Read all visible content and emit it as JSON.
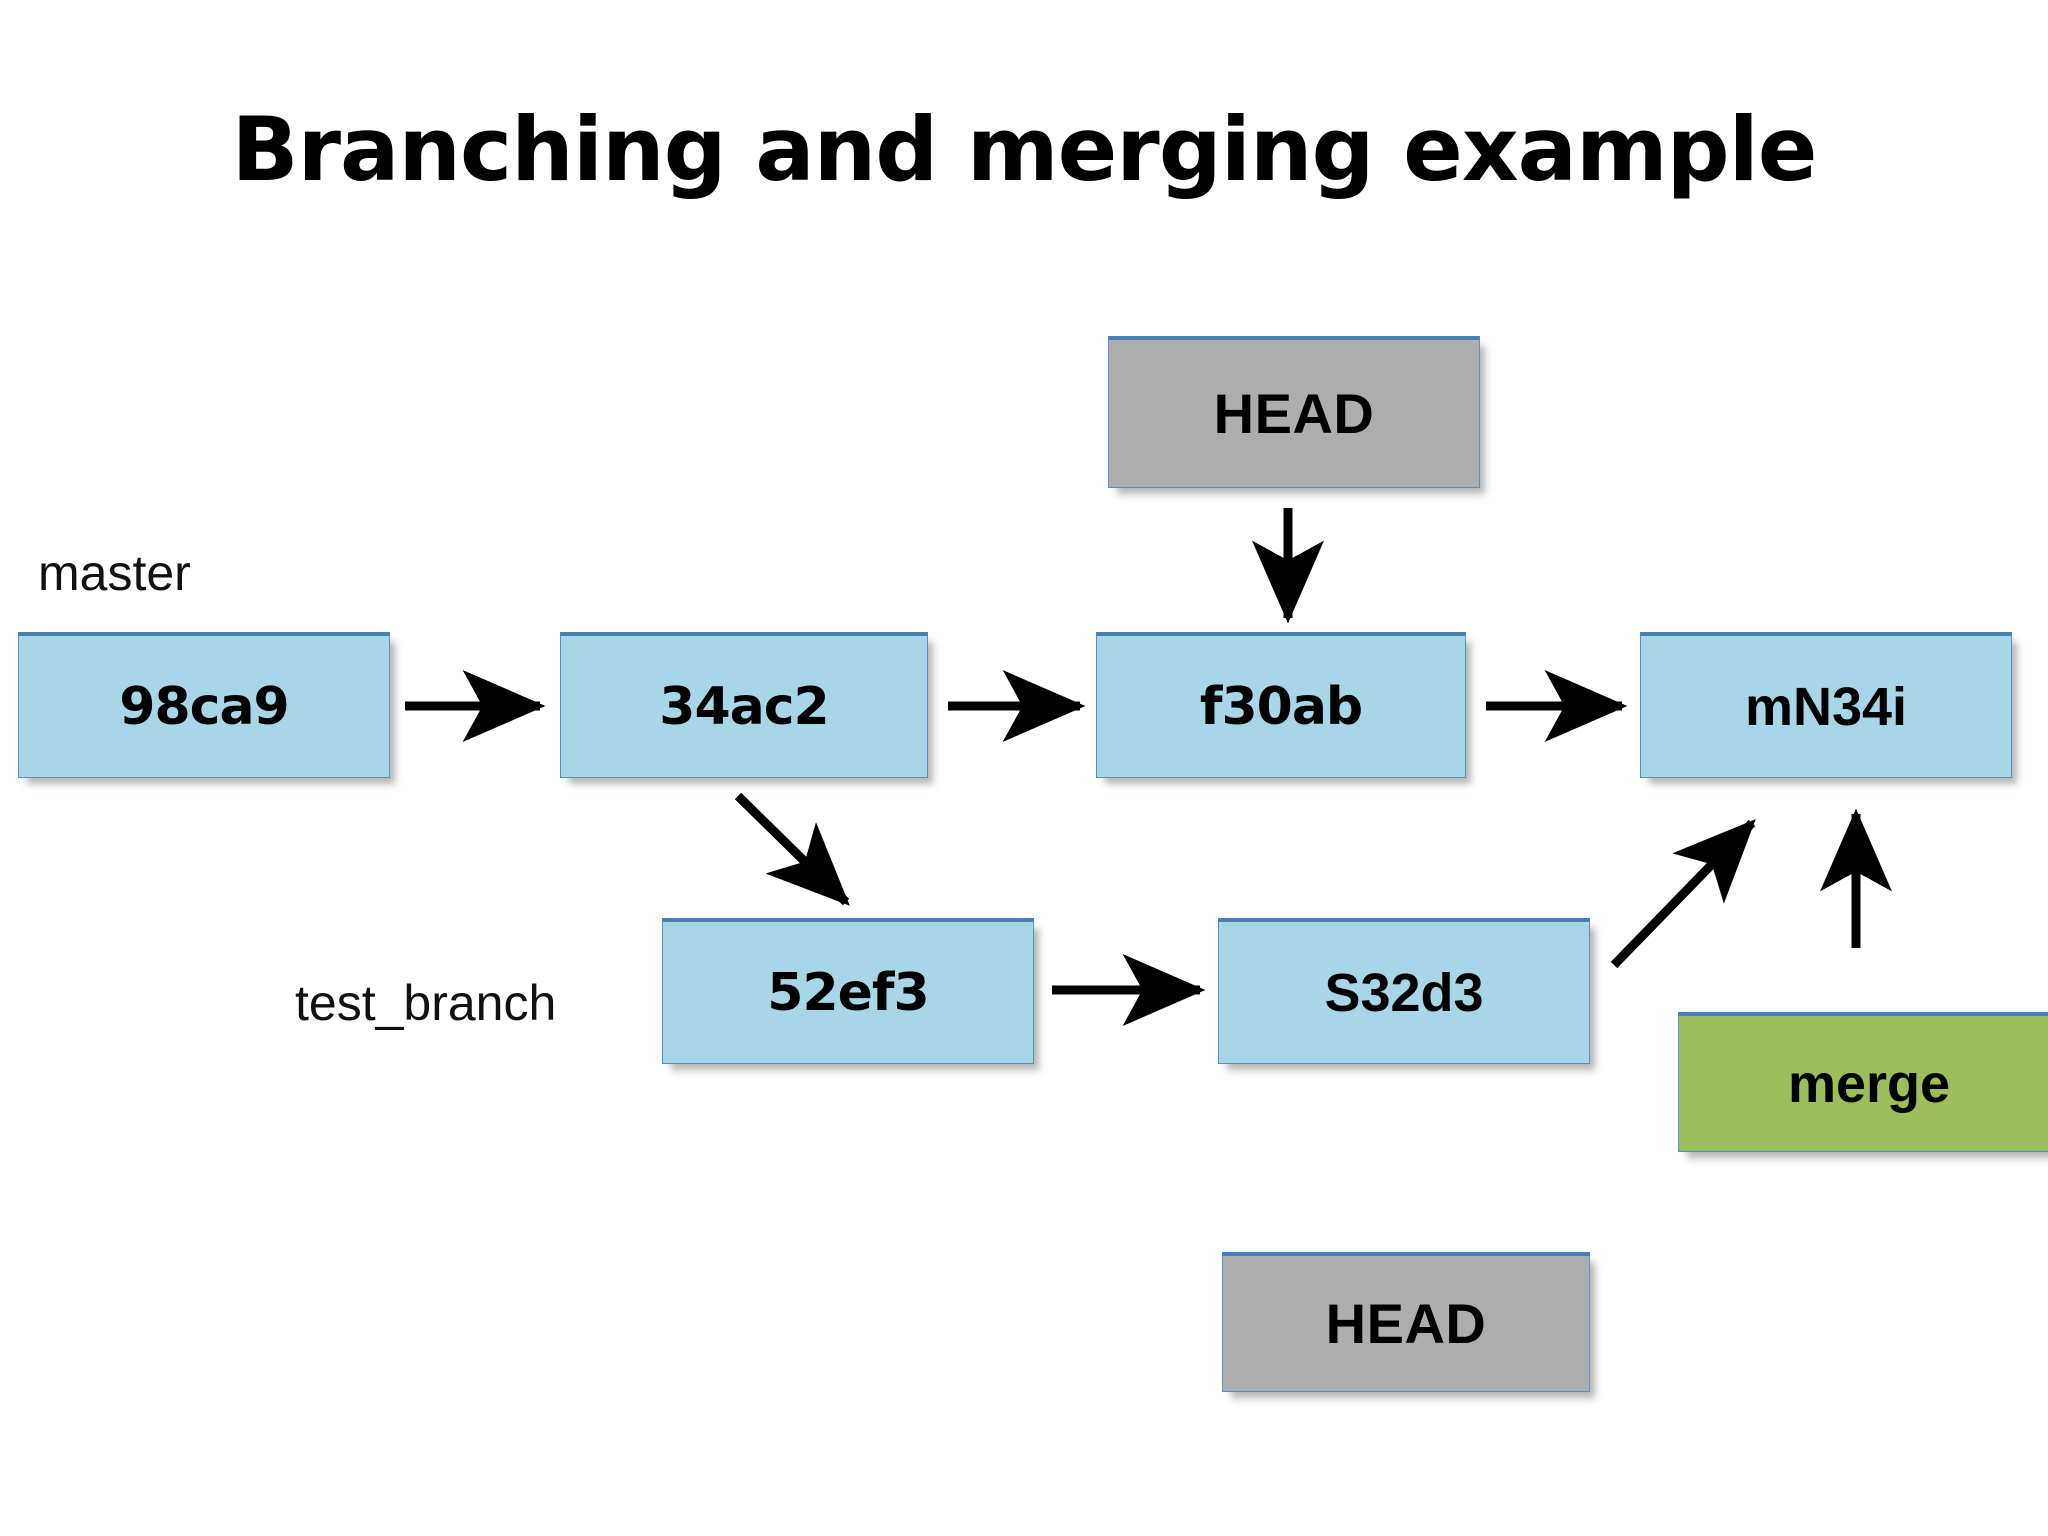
{
  "slide": {
    "title": "Branching and merging example",
    "background_color": "#ffffff"
  },
  "colors": {
    "commit_fill": "#a7d7e6",
    "commit_border": "#5b8fc0",
    "head_fill": "#adadad",
    "merge_fill": "#9cbf5c",
    "arrow": "#000000",
    "text": "#000000"
  },
  "labels": {
    "master_branch": "master",
    "test_branch": "test_branch"
  },
  "nodes": {
    "commit_1": {
      "label": "98ca9",
      "kind": "commit"
    },
    "commit_2": {
      "label": "34ac2",
      "kind": "commit"
    },
    "commit_3": {
      "label": "f30ab",
      "kind": "commit"
    },
    "commit_4": {
      "label": "mN34i",
      "kind": "commit"
    },
    "commit_5": {
      "label": "52ef3",
      "kind": "commit"
    },
    "commit_6": {
      "label": "S32d3",
      "kind": "commit"
    },
    "head_top": {
      "label": "HEAD",
      "kind": "pointer"
    },
    "head_bottom": {
      "label": "HEAD",
      "kind": "pointer"
    },
    "merge": {
      "label": "merge",
      "kind": "operation"
    }
  },
  "edges": [
    {
      "name": "98ca9-to-34ac2",
      "from": "98ca9",
      "to": "34ac2",
      "direction": "right"
    },
    {
      "name": "34ac2-to-f30ab",
      "from": "34ac2",
      "to": "f30ab",
      "direction": "right"
    },
    {
      "name": "f30ab-to-mN34i",
      "from": "f30ab",
      "to": "mN34i",
      "direction": "right"
    },
    {
      "name": "34ac2-to-52ef3",
      "from": "34ac2",
      "to": "52ef3",
      "direction": "down-right"
    },
    {
      "name": "52ef3-to-S32d3",
      "from": "52ef3",
      "to": "S32d3",
      "direction": "right"
    },
    {
      "name": "S32d3-to-mN34i",
      "from": "S32d3",
      "to": "mN34i",
      "direction": "up-right"
    },
    {
      "name": "merge-to-mN34i",
      "from": "merge",
      "to": "mN34i",
      "direction": "up"
    },
    {
      "name": "head-to-f30ab",
      "from": "HEAD",
      "to": "f30ab",
      "direction": "down"
    }
  ]
}
